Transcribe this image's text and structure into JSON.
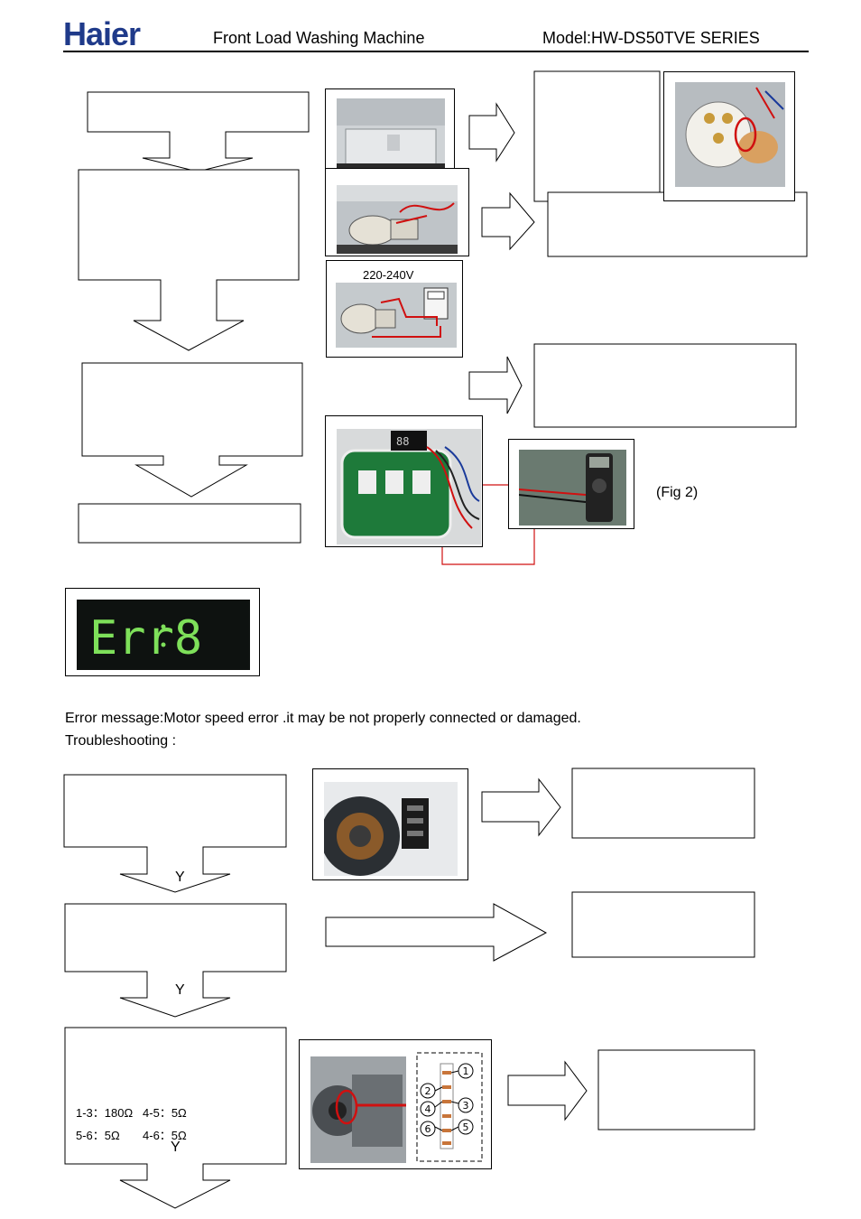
{
  "header": {
    "logo": "Haier",
    "title": "Front Load Washing Machine",
    "model": "Model:HW-DS50TVE SERIES"
  },
  "images": {
    "voltage_label": "220-240V",
    "fig2_label": "(Fig 2)",
    "display_code": "Err8"
  },
  "section": {
    "error_message": "Error message:Motor speed error .it may be not properly connected or damaged.",
    "troubleshooting_label": "Troubleshooting :"
  },
  "flow": {
    "yes_label_1": "Y",
    "yes_label_2": "Y",
    "yes_label_3": "Y",
    "resistance_line_1": "1-3：180Ω   4-5：5Ω",
    "resistance_line_2": "5-6：5Ω       4-6：5Ω"
  },
  "connector_pins": [
    "1",
    "2",
    "3",
    "4",
    "5",
    "6"
  ],
  "colors": {
    "logo_blue": "#1f3a8a",
    "wire_red": "#d01010",
    "segment_green": "#7ee05a",
    "pcb_green": "#1e7a3a"
  }
}
